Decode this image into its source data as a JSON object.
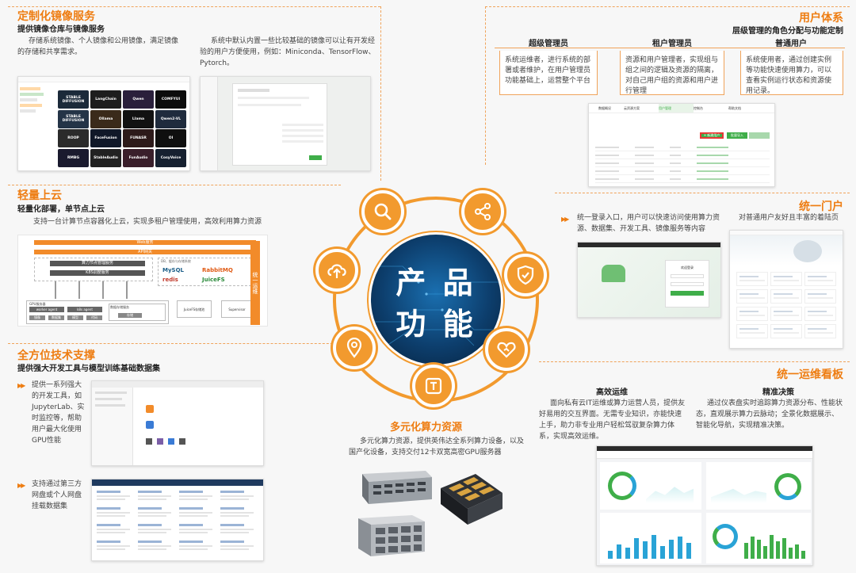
{
  "center": {
    "title_line1": "产 品",
    "title_line2": "功 能"
  },
  "custom_image": {
    "title": "定制化镜像服务",
    "subtitle": "提供镜像仓库与镜像服务",
    "desc_left": "存储系统镜像、个人镜像和公用镜像，满足镜像的存储和共享需求。",
    "desc_right": "系统中默认内置一些比较基础的镜像可以让有开发经验的用户方便使用，例如：Miniconda、TensorFlow、Pytorch。",
    "tiles": [
      "STABLE DIFFUSION",
      "LangChain",
      "Qwen",
      "COMFYUI",
      "STABLE DIFFUSION",
      "Ollama",
      "Llama",
      "Qwen2-VL",
      "ROOP",
      "FaceFusion",
      "FUNASR",
      "OI",
      "RMBG",
      "StableAudio",
      "FunAudio",
      "CosyVoice"
    ]
  },
  "lightweight": {
    "title": "轻量上云",
    "subtitle": "轻量化部署，单节点上云",
    "desc": "支持一台计算节点容器化上云，实现多租户管理使用，高效利用算力资源",
    "diagram": {
      "web": "Web服务",
      "gateway": "API网关",
      "backend": "后台服务",
      "node_mgmt": "算力节点管理服务",
      "k8s": "K8S调度服务",
      "db_label": "DB、缓存与存储系统",
      "mysql": "MySQL",
      "rabbitmq": "RabbitMQ",
      "redis": "redis",
      "juicefs": "JuiceFS",
      "gpu_node": "GPU服务器",
      "worker1": "worker agent",
      "worker2": "k8s agent",
      "storage_node": "数据存储服务",
      "side": "统一运维",
      "mini1": "镜像",
      "mini2": "数据集",
      "mini3": "模型",
      "mini4": "代码",
      "mini5": "存储",
      "cloud": "JuiceFS存储池",
      "external": "Supervisor"
    }
  },
  "tech": {
    "title": "全方位技术支撑",
    "subtitle": "提供强大开发工具与模型训练基础数据集",
    "point1": "提供一系列强大的开发工具，如JupyterLab、实时监控等，帮助用户最大化使用GPU性能",
    "point2": "支持通过第三方网盘或个人网盘挂载数据集"
  },
  "users": {
    "title": "用户体系",
    "subtitle": "层级管理的角色分配与功能定制",
    "roles": [
      {
        "name": "超级管理员",
        "desc": "系统运维者，进行系统的部署或者维护，在用户管理员功能基础上，运营整个平台"
      },
      {
        "name": "租户管理员",
        "desc": "资源和用户管理者，实现组与组之间的逻辑及资源的隔离，对自己用户组的资源和用户进行管理"
      },
      {
        "name": "普通用户",
        "desc": "系统使用者，通过创建实例等功能快速使用算力，可以查看实例运行状态和资源使用记录。"
      }
    ],
    "tabs": [
      "数据概况",
      "云资源方案",
      "用户管理",
      "控制台",
      "帮助文档"
    ],
    "btn1": "+ 新建用户",
    "btn2": "批量导入"
  },
  "portal": {
    "title": "统一门户",
    "desc_left": "统一登录入口，用户可以快速访问使用算力资源、数据集、开发工具、镜像服务等内容",
    "desc_right": "对普通用户友好且丰富的着陆页",
    "login_title": "欢迎登录"
  },
  "ops": {
    "title": "统一运维看板",
    "sub_left": "高效运维",
    "sub_right": "精准决策",
    "desc_left": "面向私有云IT运维或算力运营人员，提供友好易用的交互界面。无需专业知识，亦能快速上手，助力非专业用户轻松驾驭复杂算力体系，实现高效运维。",
    "desc_right": "通过仪表盘实时追踪算力资源分布、性能状态，直观展示算力云脉动；全景化数据展示、智能化导航，实现精准决策。"
  },
  "compute": {
    "title": "多元化算力资源",
    "desc": "多元化算力资源，提供英伟达全系列算力设备，以及国产化设备，支持交付12卡双宽高密GPU服务器"
  },
  "colors": {
    "accent": "#ee7d12",
    "icon_bg": "#f29a2e",
    "green": "#3fae49"
  }
}
